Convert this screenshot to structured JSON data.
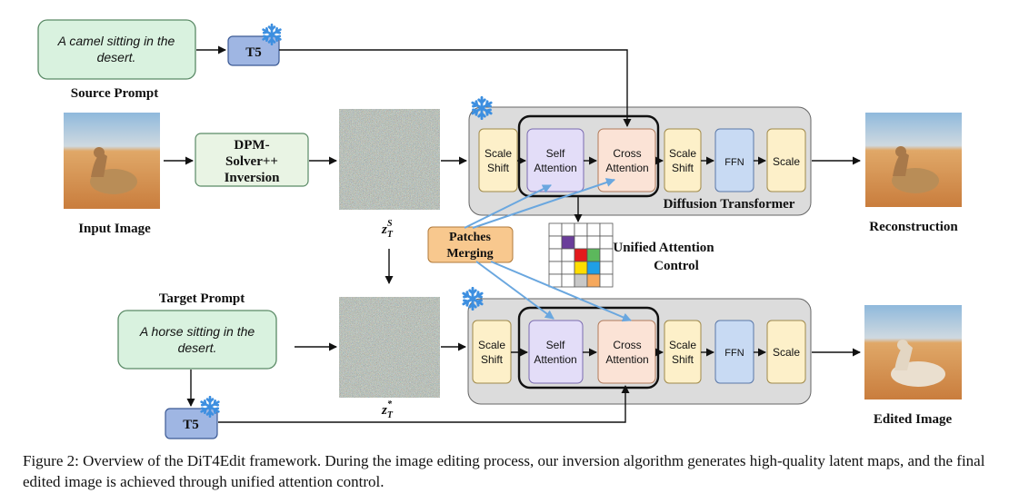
{
  "source_prompt": {
    "text_line1": "A camel sitting in the",
    "text_line2": "desert.",
    "label": "Source Prompt"
  },
  "target_prompt": {
    "text_line1": "A horse sitting in the",
    "text_line2": "desert.",
    "label": "Target Prompt"
  },
  "t5_label": "T5",
  "input_image_label": "Input Image",
  "inversion": {
    "line1": "DPM-",
    "line2": "Solver++",
    "line3": "Inversion"
  },
  "latent_source": {
    "main": "z",
    "sub": "T",
    "sup": "S"
  },
  "latent_target": {
    "main": "z",
    "sub": "T",
    "sup": "*"
  },
  "patches_merging": {
    "line1": "Patches",
    "line2": "Merging"
  },
  "attention_control": {
    "line1": "Unified Attention",
    "line2": "Control"
  },
  "diffusion_transformer_label": "Diffusion Transformer",
  "blocks": {
    "scale_shift": {
      "line1": "Scale",
      "line2": "Shift"
    },
    "self_attention": {
      "line1": "Self",
      "line2": "Attention"
    },
    "cross_attention": {
      "line1": "Cross",
      "line2": "Attention"
    },
    "ffn": "FFN",
    "scale": "Scale"
  },
  "reconstruction_label": "Reconstruction",
  "edited_image_label": "Edited Image",
  "caption": "Figure 2: Overview of the DiT4Edit framework. During the image editing process, our inversion algorithm generates high-quality latent maps, and the final edited image is achieved through unified attention control.",
  "colors": {
    "prompt_fill": "#d9f2df",
    "prompt_stroke": "#5a8a66",
    "t5_fill": "#9fb6e3",
    "t5_stroke": "#3c5a94",
    "inversion_fill": "#e9f4e4",
    "dit_bg": "#dcdcdc",
    "scale_fill": "#fdf0c9",
    "self_attn_fill": "#e3ddf8",
    "cross_attn_fill": "#fbe3d6",
    "ffn_fill": "#c8daf3",
    "patches_fill": "#f8c88e",
    "snow": "#3d8fe0",
    "blue_arrow": "#6aa7df",
    "grid_purple": "#6a3d9a",
    "grid_red": "#e31a1c",
    "grid_green": "#5cb85c",
    "grid_yellow": "#ffdd00",
    "grid_cyan": "#1f9fe6",
    "grid_orange": "#f6a85c",
    "grid_gray": "#c8c8c8"
  }
}
